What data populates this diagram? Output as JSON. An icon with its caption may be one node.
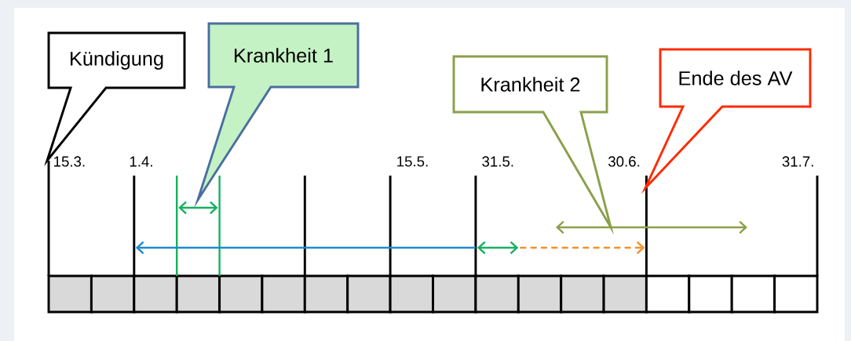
{
  "diagram": {
    "nodes": [
      {
        "text": [
          "Kündigung"
        ]
      },
      {
        "text": [
          "Krankheit 1"
        ]
      },
      {
        "text": [
          "Krankheit 2"
        ]
      },
      {
        "text": [
          "Ende des AV"
        ]
      }
    ],
    "labels": [
      "15.3.",
      "1.4.",
      "15.5.",
      "31.5.",
      "30.6.",
      "31.7."
    ]
  }
}
